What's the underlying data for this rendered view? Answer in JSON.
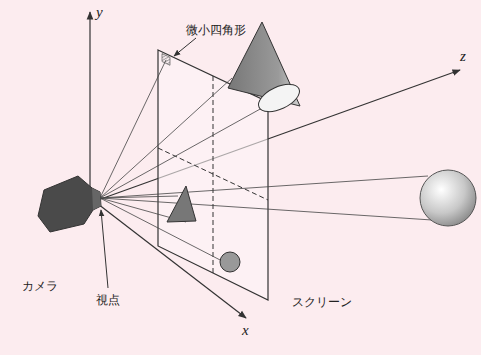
{
  "diagram": {
    "labels": [
      "y",
      "微小四角形",
      "z",
      "カメラ",
      "視点",
      "スクリーン",
      "x"
    ]
  }
}
